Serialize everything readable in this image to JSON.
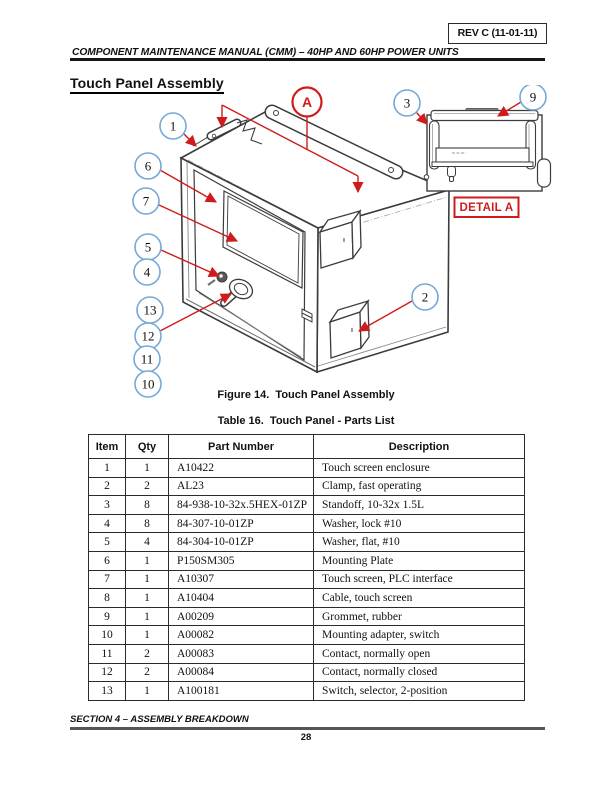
{
  "page": {
    "rev_label": "REV C (11-01-11)",
    "header": "COMPONENT MAINTENANCE MANUAL (CMM) – 40HP AND 60HP POWER UNITS",
    "title": "Touch Panel Assembly",
    "footer_section": "SECTION 4 – ASSEMBLY BREAKDOWN",
    "page_number": "28"
  },
  "figure": {
    "caption": "Figure 14.  Touch Panel Assembly",
    "detail_label": "DETAIL A",
    "callout_labels": {
      "c1": "1",
      "c2": "2",
      "c3": "3",
      "c4": "4",
      "c5": "5",
      "c6": "6",
      "c7": "7",
      "c9": "9",
      "c10": "10",
      "c11": "11",
      "c12": "12",
      "c13": "13",
      "cA": "A"
    },
    "colors": {
      "callout_blue": "#74a9d8",
      "annotation_red": "#cf1b1b",
      "line_dark": "#3c3c3c"
    }
  },
  "table": {
    "caption": "Table 16.  Touch Panel - Parts List",
    "columns": [
      "Item",
      "Qty",
      "Part Number",
      "Description"
    ],
    "rows": [
      {
        "item": "1",
        "qty": "1",
        "part": "A10422",
        "desc": "Touch screen enclosure"
      },
      {
        "item": "2",
        "qty": "2",
        "part": "AL23",
        "desc": "Clamp, fast operating"
      },
      {
        "item": "3",
        "qty": "8",
        "part": "84-938-10-32x.5HEX-01ZP",
        "desc": "Standoff, 10-32x 1.5L"
      },
      {
        "item": "4",
        "qty": "8",
        "part": "84-307-10-01ZP",
        "desc": "Washer, lock #10"
      },
      {
        "item": "5",
        "qty": "4",
        "part": "84-304-10-01ZP",
        "desc": "Washer, flat, #10"
      },
      {
        "item": "6",
        "qty": "1",
        "part": "P150SM305",
        "desc": "Mounting Plate"
      },
      {
        "item": "7",
        "qty": "1",
        "part": "A10307",
        "desc": "Touch screen, PLC interface"
      },
      {
        "item": "8",
        "qty": "1",
        "part": "A10404",
        "desc": "Cable, touch screen"
      },
      {
        "item": "9",
        "qty": "1",
        "part": "A00209",
        "desc": "Grommet, rubber"
      },
      {
        "item": "10",
        "qty": "1",
        "part": "A00082",
        "desc": "Mounting adapter, switch"
      },
      {
        "item": "11",
        "qty": "2",
        "part": "A00083",
        "desc": "Contact, normally open"
      },
      {
        "item": "12",
        "qty": "2",
        "part": "A00084",
        "desc": "Contact, normally closed"
      },
      {
        "item": "13",
        "qty": "1",
        "part": "A100181",
        "desc": "Switch, selector, 2-position"
      }
    ]
  }
}
